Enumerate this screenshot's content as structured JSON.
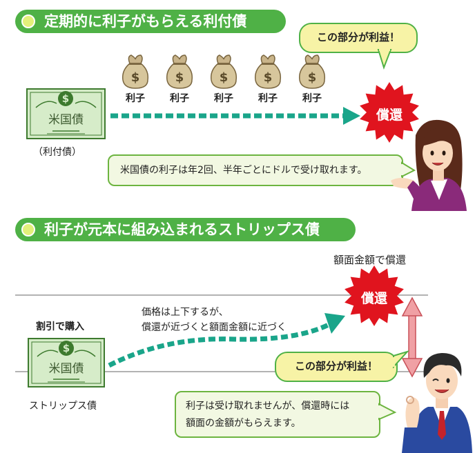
{
  "section1": {
    "title": "定期的に利子がもらえる利付債",
    "profit_callout": "この部分が利益！",
    "coupon_labels": [
      "利子",
      "利子",
      "利子",
      "利子",
      "利子"
    ],
    "bond_name": "米国債",
    "bond_caption": "（利付債）",
    "redemption": "償還",
    "explanation": "米国債の利子は年2回、半年ごとにドルで受け取れます。"
  },
  "section2": {
    "title": "利子が元本に組み込まれるストリップス債",
    "face_value_label": "額面金額で償還",
    "redemption": "償還",
    "purchase_label": "割引で購入",
    "price_note_line1": "価格は上下するが、",
    "price_note_line2": "償還が近づくと額面金額に近づく",
    "bond_name": "米国債",
    "bond_caption": "ストリップス債",
    "profit_callout": "この部分が利益！",
    "explanation_line1": "利子は受け取れませんが、償還時には",
    "explanation_line2": "額面の金額がもらえます。"
  },
  "colors": {
    "green": "#4fb146",
    "teal_arrow": "#1aa58a",
    "bond_green": "#d6ecc9",
    "red_burst": "#e0141e",
    "callout_yellow": "#f7f3a6",
    "pink_arrow": "#f0a0a4"
  },
  "icons": {
    "money_bag": "money-bag-icon",
    "dollar": "dollar-icon",
    "woman": "woman-presenter-illustration",
    "man": "man-ok-illustration"
  }
}
